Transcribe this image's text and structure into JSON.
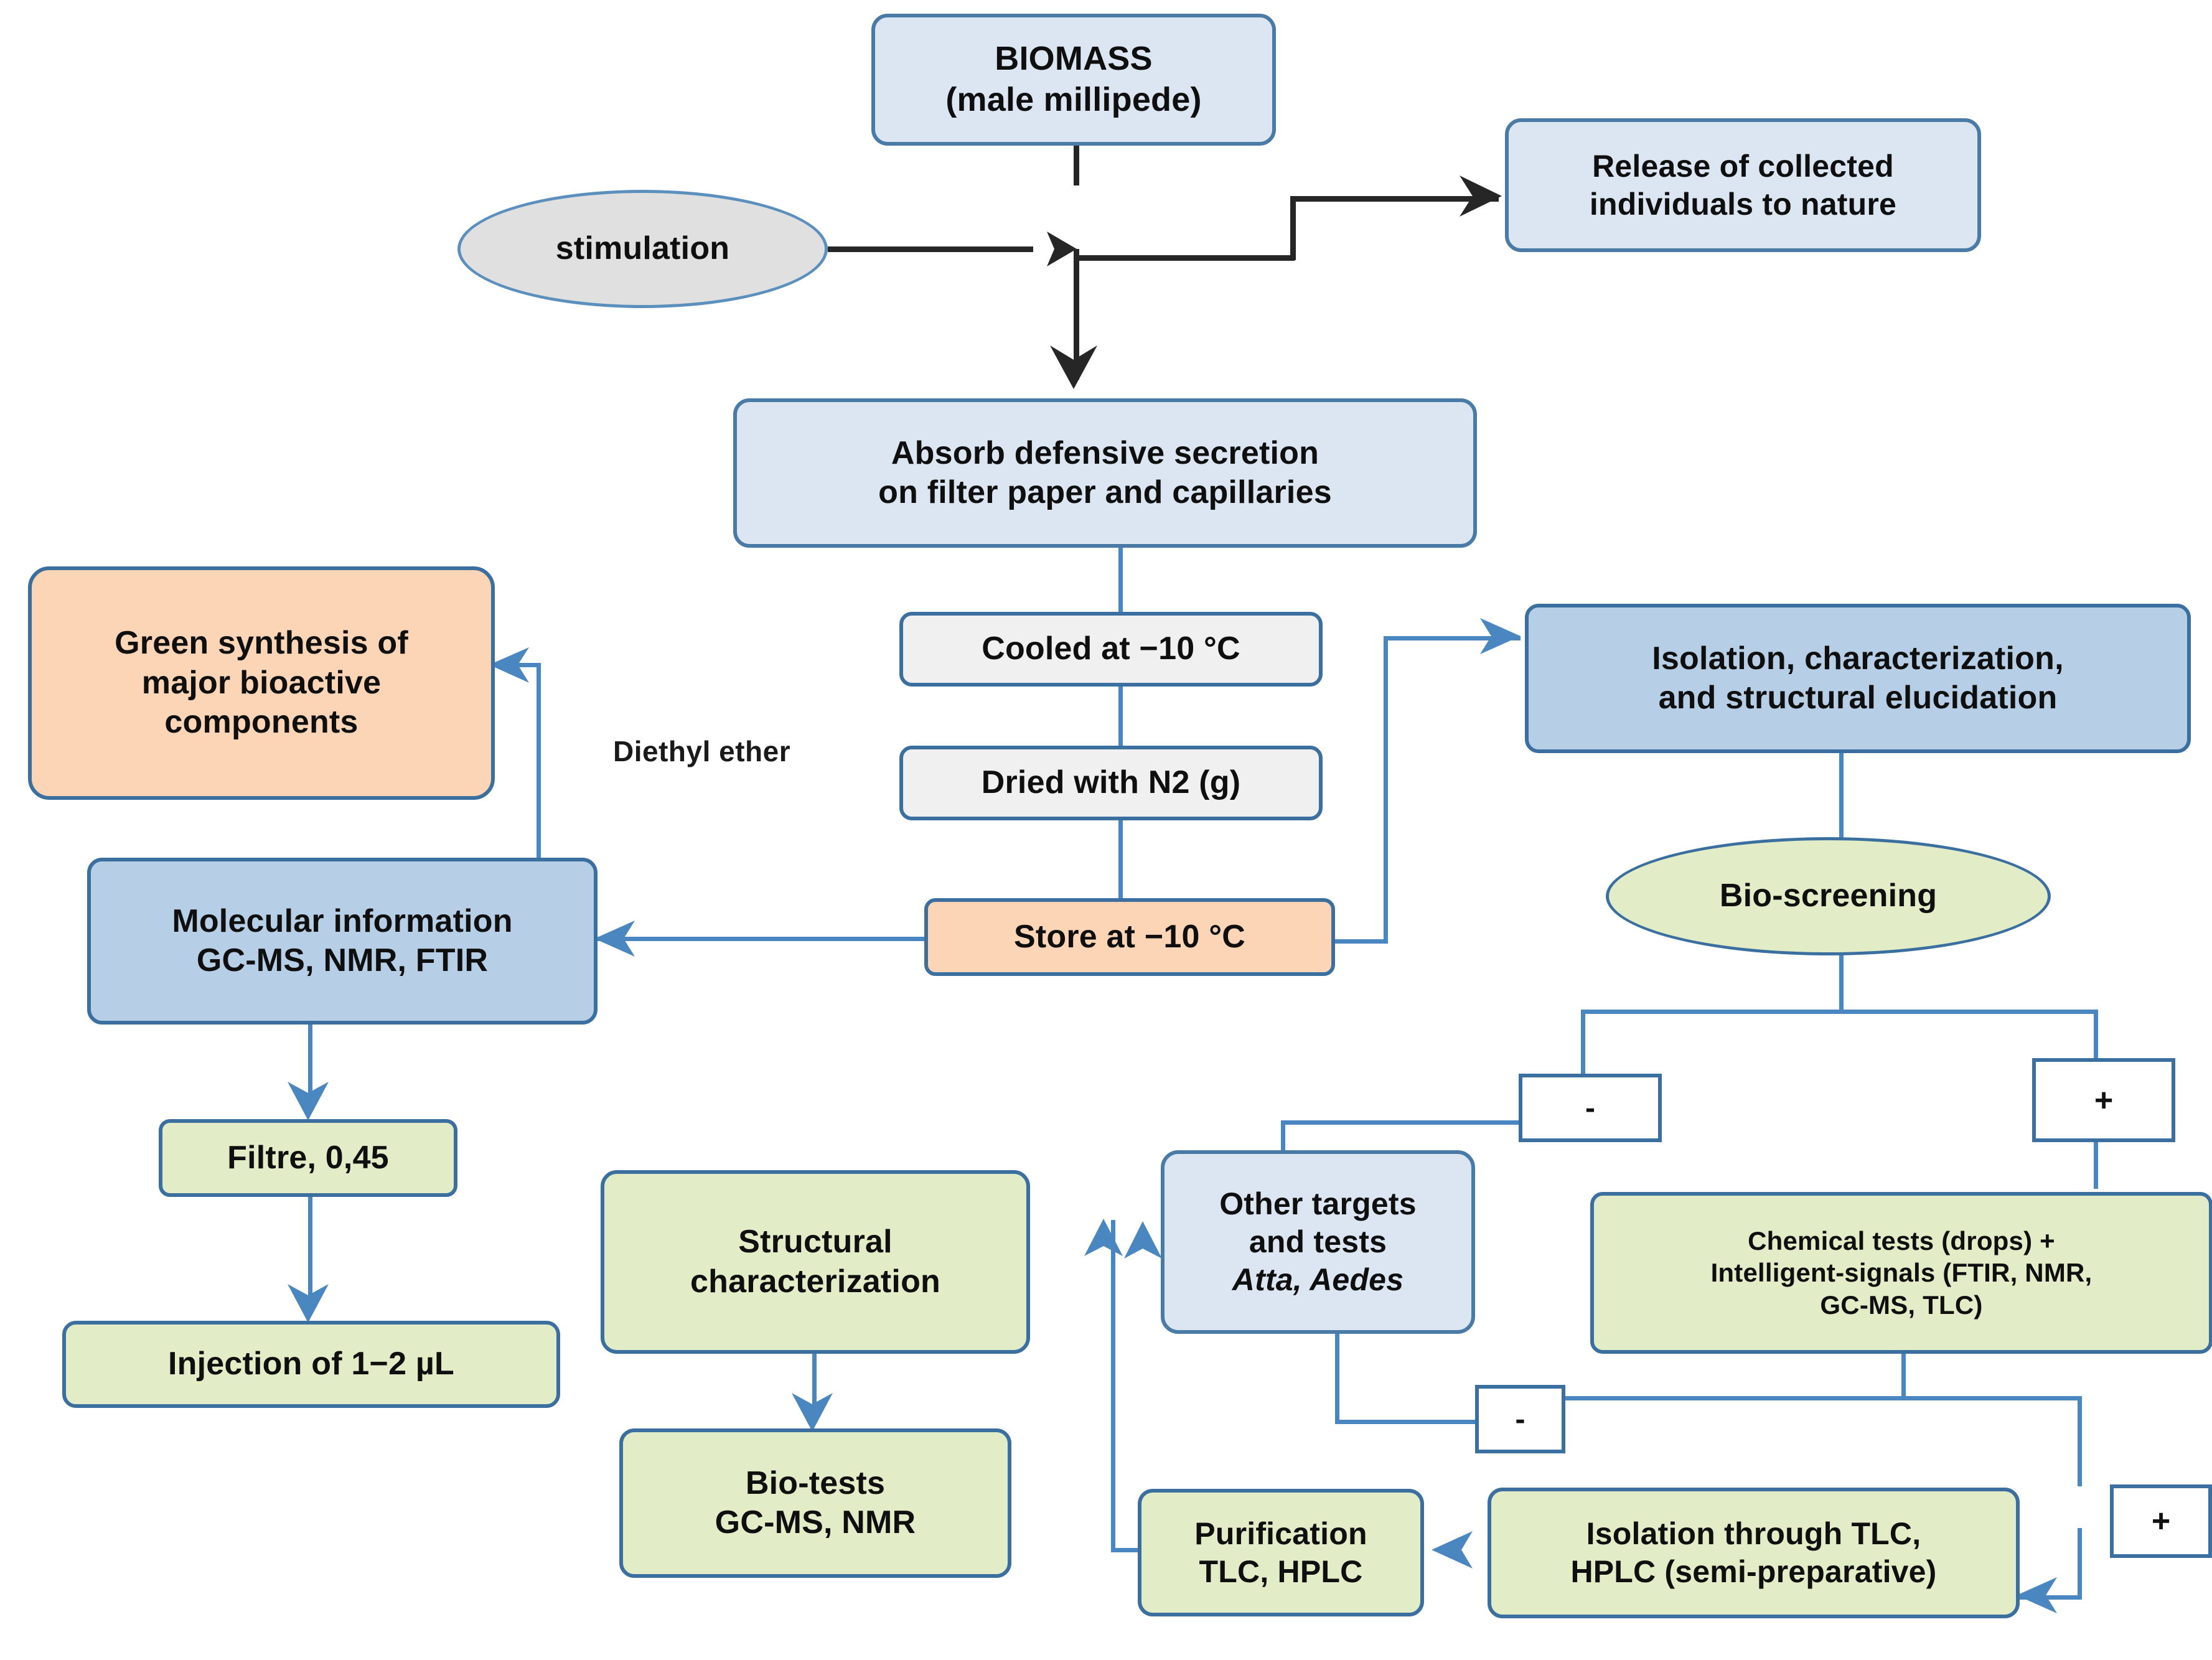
{
  "diagram": {
    "title": "Millipede defensive secretion workflow",
    "colors": {
      "blue_light": "#dce6f2",
      "blue_mid": "#b6cfe6",
      "grey": "#f0f0f0",
      "peach": "#fbd5b5",
      "green": "#e2ecc6",
      "border_blue": "#3a6f9f",
      "connector_blue": "#4a87c0",
      "connector_dark": "#262626"
    },
    "nodes": {
      "biomass": {
        "line1": "BIOMASS",
        "line2": "(male millipede)"
      },
      "stimulation": {
        "label": "stimulation"
      },
      "release": {
        "line1": "Release of collected",
        "line2": "individuals to nature"
      },
      "absorb": {
        "line1": "Absorb defensive secretion",
        "line2": "on filter paper and capillaries"
      },
      "cooled": {
        "label": "Cooled at −10 °C"
      },
      "dried": {
        "label": "Dried with N2 (g)"
      },
      "store": {
        "label": "Store at −10 °C"
      },
      "diethyl_ether": {
        "label": "Diethyl ether"
      },
      "green_synthesis": {
        "line1": "Green synthesis of",
        "line2": "major  bioactive",
        "line3": "components"
      },
      "molecular_info": {
        "line1": "Molecular information",
        "line2": "GC-MS, NMR, FTIR"
      },
      "filtre": {
        "label": "Filtre, 0,45"
      },
      "injection": {
        "label": "Injection of 1−2 µL"
      },
      "isolation_char": {
        "line1": "Isolation, characterization,",
        "line2": "and  structural elucidation"
      },
      "bioscreening": {
        "label": "Bio-screening"
      },
      "minus_top": {
        "label": "-"
      },
      "plus_top": {
        "label": "+"
      },
      "other_targets": {
        "line1": "Other targets",
        "line2": "and tests",
        "line3": "Atta, Aedes"
      },
      "chemical_tests": {
        "line1": "Chemical tests (drops) +",
        "line2": "Intelligent-signals  (FTIR,  NMR,",
        "line3": "GC-MS, TLC)"
      },
      "minus_mid": {
        "label": "-"
      },
      "plus_low": {
        "label": "+"
      },
      "structural_char": {
        "line1": "Structural",
        "line2": "characterization"
      },
      "bio_tests": {
        "line1": "Bio-tests",
        "line2": "GC-MS, NMR"
      },
      "purification": {
        "line1": "Purification",
        "line2": "TLC, HPLC"
      },
      "isolation_tlc": {
        "line1": "Isolation through TLC,",
        "line2": "HPLC (semi-preparative)"
      }
    }
  }
}
